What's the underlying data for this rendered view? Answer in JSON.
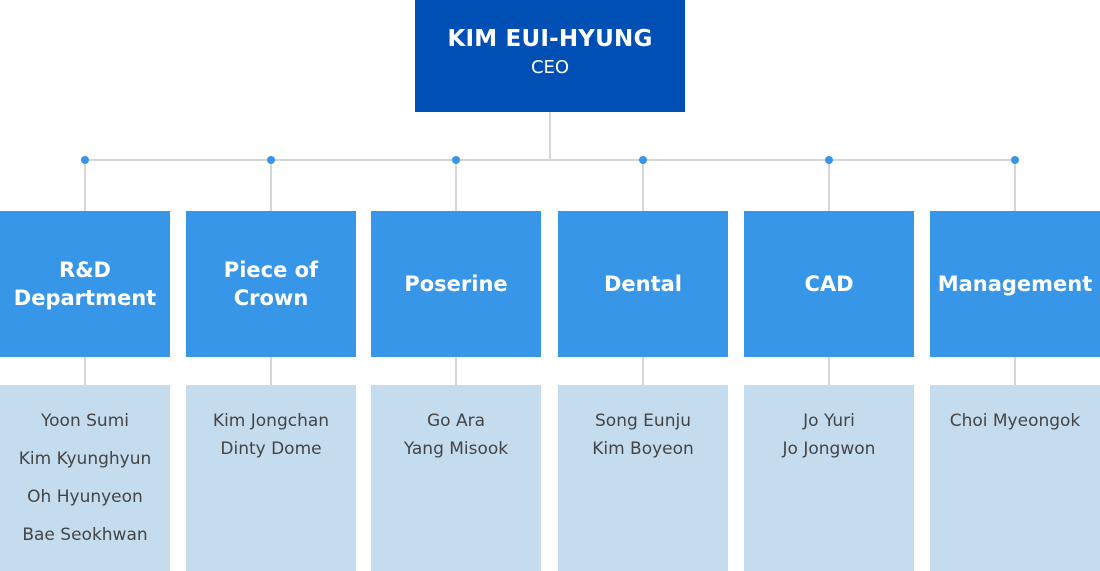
{
  "ceo": {
    "name": "KIM EUI-HYUNG",
    "role": "CEO"
  },
  "colors": {
    "ceo": "#004fb4",
    "dept": "#3896e8",
    "members": "#c5dcef",
    "connector": "#d6d6d6"
  },
  "departments": [
    {
      "name": [
        "R&D",
        "Department"
      ],
      "members": [
        "Yoon Sumi",
        "Kim Kyunghyun",
        "Oh Hyunyeon",
        "Bae Seokhwan"
      ]
    },
    {
      "name": [
        "Piece of",
        "Crown"
      ],
      "members": [
        "Kim Jongchan",
        "Dinty Dome"
      ]
    },
    {
      "name": [
        "Poserine"
      ],
      "members": [
        "Go Ara",
        "Yang Misook"
      ]
    },
    {
      "name": [
        "Dental"
      ],
      "members": [
        "Song Eunju",
        "Kim Boyeon"
      ]
    },
    {
      "name": [
        "CAD"
      ],
      "members": [
        "Jo Yuri",
        "Jo Jongwon"
      ]
    },
    {
      "name": [
        "Management"
      ],
      "members": [
        "Choi Myeongok"
      ]
    }
  ]
}
